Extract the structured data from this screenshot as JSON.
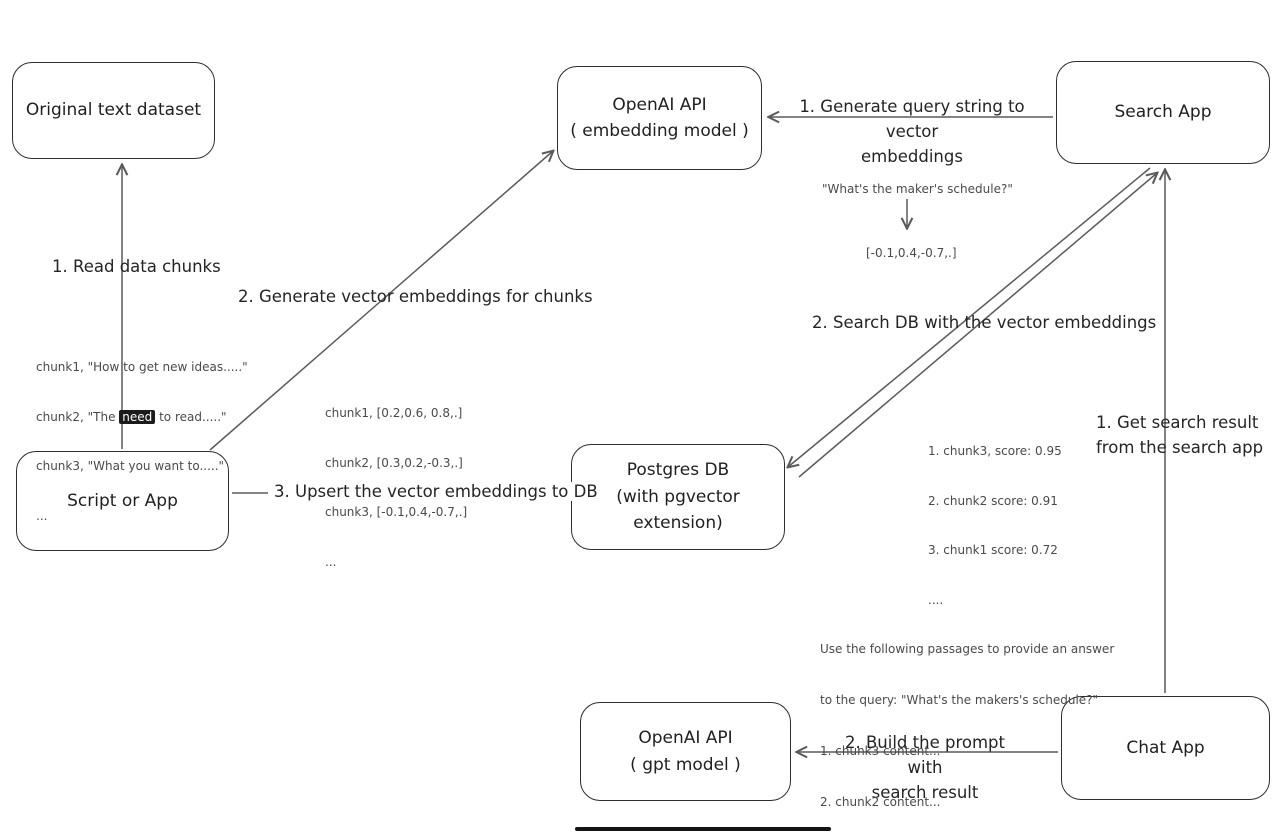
{
  "colors": {
    "ink": "#1f1f1f",
    "stroke": "#5a5a5a",
    "annotation": "#4a4a4a",
    "bg": "#ffffff"
  },
  "nodes": {
    "original_dataset": "Original text dataset",
    "openai_embedding_1": "OpenAI API",
    "openai_embedding_2": "( embedding model )",
    "search_app": "Search App",
    "script_or_app": "Script or App",
    "postgres_db_1": "Postgres DB",
    "postgres_db_2": "(with pgvector extension)",
    "openai_gpt_1": "OpenAI API",
    "openai_gpt_2": "( gpt model )",
    "chat_app": "Chat App"
  },
  "edges": {
    "read_chunks": "1. Read data chunks",
    "gen_embeddings": "2. Generate vector embeddings for chunks",
    "upsert": "3. Upsert the vector embeddings  to DB",
    "query_to_vector_line1": "1. Generate query string to vector",
    "query_to_vector_line2": "embeddings",
    "search_db": "2. Search DB with the vector embeddings",
    "get_result_line1": "1. Get search result",
    "get_result_line2": "from the search app",
    "build_prompt_line1": "2. Build the prompt with",
    "build_prompt_line2": "search result"
  },
  "annotations": {
    "chunk_list": {
      "line1": "chunk1, \"How to get new ideas.....\"",
      "line2_pre": "chunk2, \"The ",
      "line2_highlight": "need",
      "line2_post": " to read.....\"",
      "line3": "chunk3, \"What you want to.....\"",
      "line4": "..."
    },
    "vector_list": {
      "line1": "chunk1, [0.2,0.6, 0.8,.]",
      "line2": "chunk2, [0.3,0.2,-0.3,.]",
      "line3": "chunk3, [-0.1,0.4,-0.7,.]",
      "line4": "..."
    },
    "query_example": "\"What's the maker's schedule?\"",
    "query_vector": "[-0.1,0.4,-0.7,.]",
    "score_list": {
      "line1": "1. chunk3, score: 0.95",
      "line2": "2. chunk2 score: 0.91",
      "line3": "3. chunk1 score: 0.72",
      "line4": "...."
    },
    "prompt_text": {
      "line1": "Use the following passages to provide an answer",
      "line2": "to the query: \"What's the makers's schedule?\"",
      "line3": "1. chunk3 content...",
      "line4": "2. chunk2 content..."
    }
  }
}
